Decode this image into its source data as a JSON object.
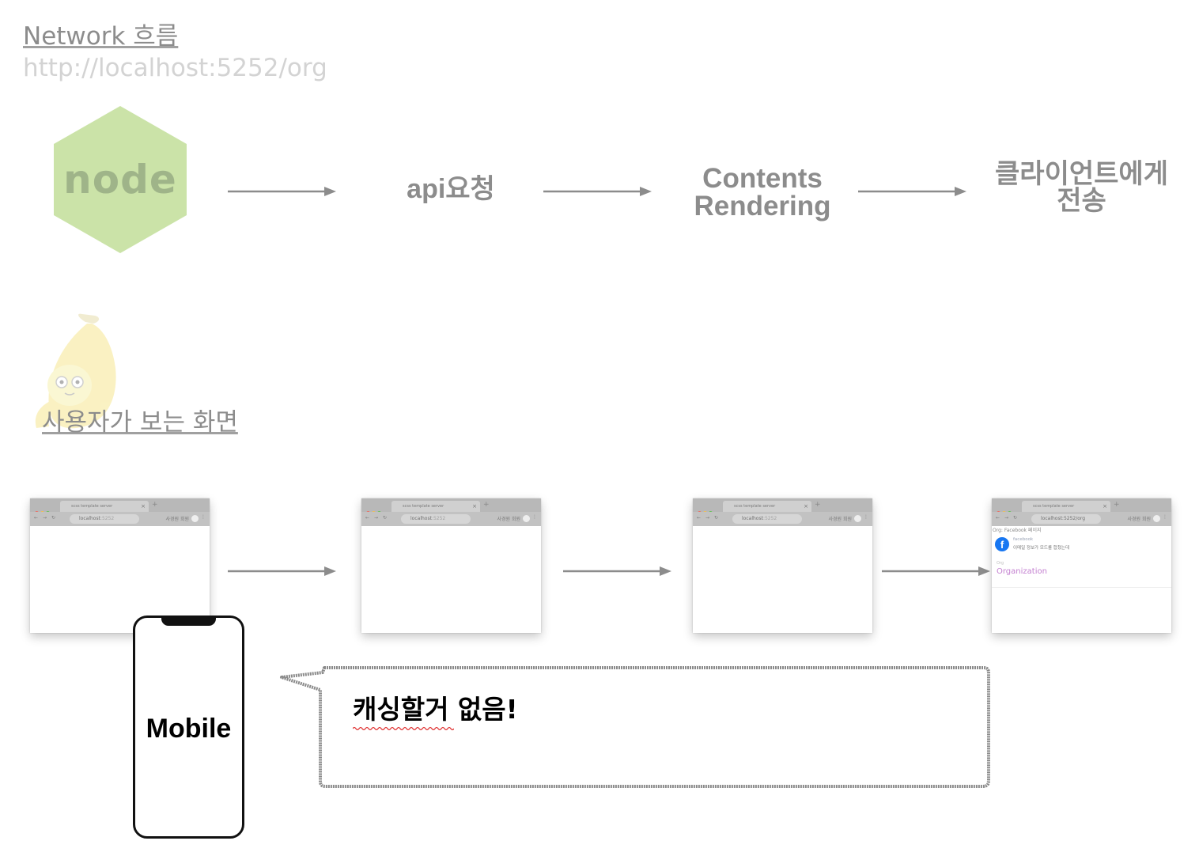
{
  "header": {
    "title": "Network 흐름",
    "url": "http://localhost:5252/org"
  },
  "logo": {
    "text": "node",
    "color": "#cbe3a8"
  },
  "flow": {
    "step1": "api요청",
    "step2_line1": "Contents",
    "step2_line2": "Rendering",
    "step3_line1": "클라이언트에게",
    "step3_line2": "전송"
  },
  "screens_title": "사용자가 보는 화면",
  "browser": {
    "tab_title": "scss template server",
    "url_host": "localhost",
    "url_port": ":5252",
    "url_full": "localhost:5252/org",
    "user_label": "사경원 회원",
    "final_page": {
      "breadcrumb": "Org: Facebook 페이지",
      "fb_name": "facebook",
      "fb_desc": "이메일 정보가 모드를 합쳤는데",
      "small_label": "Org",
      "org_title": "Organization"
    }
  },
  "mobile_label": "Mobile",
  "callout_text": "캐싱할거 없음!",
  "colors": {
    "muted_text": "#8c8c8c",
    "faded_text": "#d3d3d3",
    "arrow": "#8c8c8c",
    "org_accent": "#c37fd0",
    "facebook_blue": "#1877f2"
  }
}
